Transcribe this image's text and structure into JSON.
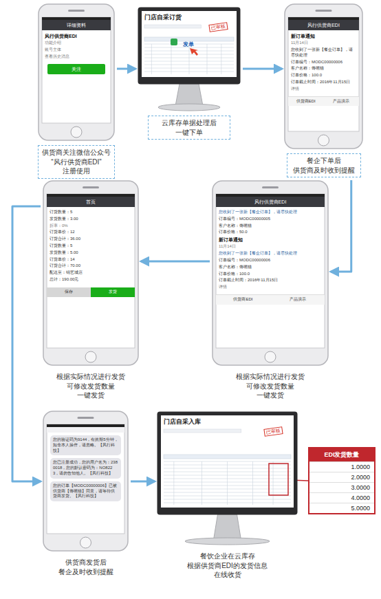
{
  "diagram": {
    "nodes": [
      {
        "text": [
          "详细资料",
          "风行供货商EDI",
          "功能介绍",
          "账号主体",
          "查看历史消息",
          "关注",
          "供货商关注微信公众号 “风行供货商EDI” 注册使用"
        ]
      },
      {
        "text": [
          "门店自采订货",
          "已审核",
          "发单",
          "云库存单据处理后 一键下单"
        ]
      },
      {
        "text": [
          "风行供货商EDI",
          "新订单通知",
          "11月14日",
          "您收到了一张新【餐企订单】，请尽快处理",
          "订单编号：MODC00000006",
          "客户名称：馋嘴猫",
          "订单价格：100.0",
          "订单截止时间：2016年11月15日",
          "详情",
          "供货商EDI",
          "产品演示",
          "餐企下单后 供货商及时收到提醒"
        ]
      },
      {
        "text": [
          "首页",
          "订货数量：5",
          "发货数量：3.00",
          "折率：0%",
          "订货单价：12",
          "订货合计：36.00",
          "订货数量：5",
          "发货数量：5.00",
          "订货单价：14",
          "订货合计：70.00",
          "配送至：锦艺城店",
          "总计：190.00元",
          "保存",
          "发货",
          "根据实际情况进行发货 可修改发货数量 一键发货"
        ]
      },
      {
        "text": [
          "风行供货商EDI",
          "您收到了一张新【餐企订单】，请尽快处理",
          "订单编号：MODC00000005",
          "客户名称：馋嘴猫",
          "订单价格：50.0",
          "新订单通知",
          "11月14日",
          "您收到了一张新【餐企订单】，请尽快处理",
          "订单编号：MODC00000006",
          "客户名称：馋嘴猫",
          "订单价格：100.0",
          "订单截止时间：2016年11月15日",
          "详情",
          "供货商EDI",
          "产品演示",
          "根据实际情况进行发货 可修改发货数量 一键发货"
        ]
      },
      {
        "text": [
          "您的验证码为9144，有效期5分钟，如非本人操作，请忽略。【风行科技】",
          "您已注册成功，您的用户名为：2380018，您的默认密码为：NO8223，请勿告知他人。【风行科技】",
          "您的订单【MODC00000006】已被供货商【馋嘴猫】同意，请等待供货商发货。【风行科技】",
          "供货商发货后 餐企及时收到提醒"
        ]
      },
      {
        "text": [
          "门店自采入库",
          "已审核",
          "餐饮企业在云库存 根据供货商EDI的发货信息 在线收货"
        ]
      },
      {
        "text": [
          "EDI发货数量",
          "1.0000",
          "2.0000",
          "3.0000",
          "4.0000",
          "5.0000"
        ]
      }
    ],
    "edges": [
      {
        "from": 0,
        "to": 1,
        "arrow": "to"
      },
      {
        "from": 1,
        "to": 2,
        "arrow": "to"
      },
      {
        "from": 2,
        "to": 4,
        "arrow": "to"
      },
      {
        "from": 4,
        "to": 3,
        "arrow": "to"
      },
      {
        "from": 3,
        "to": 5,
        "arrow": "to"
      },
      {
        "from": 5,
        "to": 6,
        "arrow": "to"
      },
      {
        "from": 6,
        "to": 7,
        "arrow": "none"
      }
    ]
  }
}
